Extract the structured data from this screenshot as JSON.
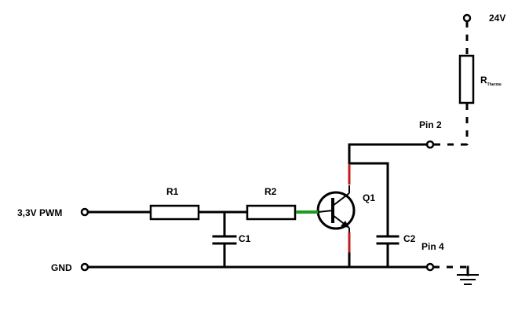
{
  "labels": {
    "v24": "24V",
    "r_therm_main": "R",
    "r_therm_sub": "Therme",
    "pin2": "Pin 2",
    "pin4": "Pin 4",
    "pwm": "3,3V PWM",
    "gnd": "GND",
    "r1": "R1",
    "r2": "R2",
    "c1": "C1",
    "c2": "C2",
    "q1": "Q1"
  },
  "colors": {
    "wire": "#000000",
    "base_lead": "#1f9a1f",
    "collector_emitter_lead": "#c01f1f",
    "background": "#ffffff"
  }
}
